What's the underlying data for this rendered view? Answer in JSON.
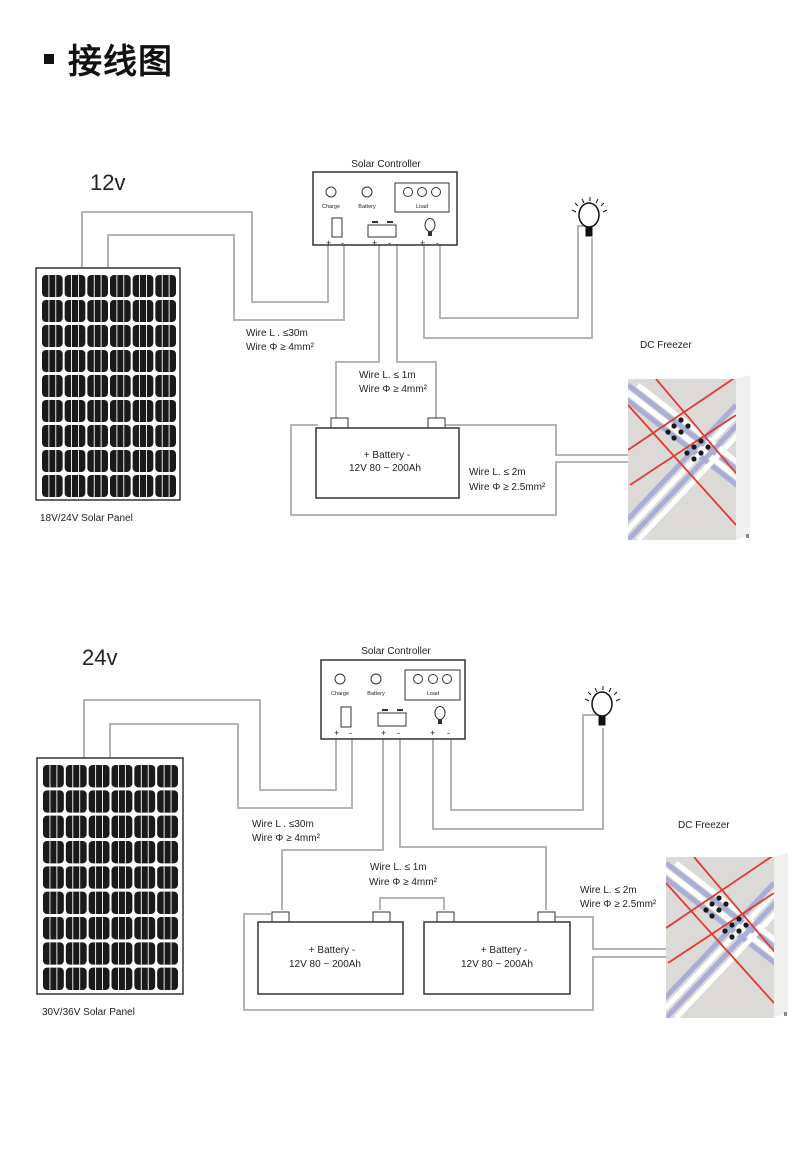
{
  "page": {
    "title": "接线图"
  },
  "diagrams": [
    {
      "voltage_label": "12v",
      "controller": {
        "title": "Solar Controller",
        "indicators": [
          "Charge",
          "Battery",
          "Load"
        ],
        "terminal_signs": [
          "+",
          "-",
          "+",
          "-",
          "+",
          "-"
        ]
      },
      "panel_label": "18V/24V Solar Panel",
      "wire_panel": [
        "Wire L . ≤30m",
        "Wire Φ  ≥ 4mm²"
      ],
      "wire_battery": [
        "Wire L.  ≤ 1m",
        "Wire Φ  ≥ 4mm²"
      ],
      "wire_freezer": [
        "Wire L.  ≤ 2m",
        "Wire Φ  ≥ 2.5mm²"
      ],
      "batteries": [
        {
          "line1": "+  Battery  -",
          "line2": "12V 80 ~ 200Ah"
        }
      ],
      "freezer_label": "DC Freezer"
    },
    {
      "voltage_label": "24v",
      "controller": {
        "title": "Solar Controller",
        "indicators": [
          "Charge",
          "Battery",
          "Load"
        ],
        "terminal_signs": [
          "+",
          "-",
          "+",
          "-",
          "+",
          "-"
        ]
      },
      "panel_label": "30V/36V Solar Panel",
      "wire_panel": [
        "Wire L . ≤30m",
        "Wire Φ  ≥ 4mm²"
      ],
      "wire_battery": [
        "Wire L.  ≤ 1m",
        "Wire Φ  ≥ 4mm²"
      ],
      "wire_freezer": [
        "Wire L.  ≤ 2m",
        "Wire Φ  ≥ 2.5mm²"
      ],
      "batteries": [
        {
          "line1": "+  Battery  -",
          "line2": "12V 80 ~ 200Ah"
        },
        {
          "line1": "+  Battery  -",
          "line2": "12V 80 ~ 200Ah"
        }
      ],
      "freezer_label": "DC Freezer"
    }
  ],
  "colors": {
    "wire": "#b4b4b4",
    "outline": "#333333",
    "cell": "#1a1a1a",
    "freezer_body": "#dcdad6",
    "stripe_red": "#e23a30",
    "stripe_blue": "#a9aed6"
  }
}
